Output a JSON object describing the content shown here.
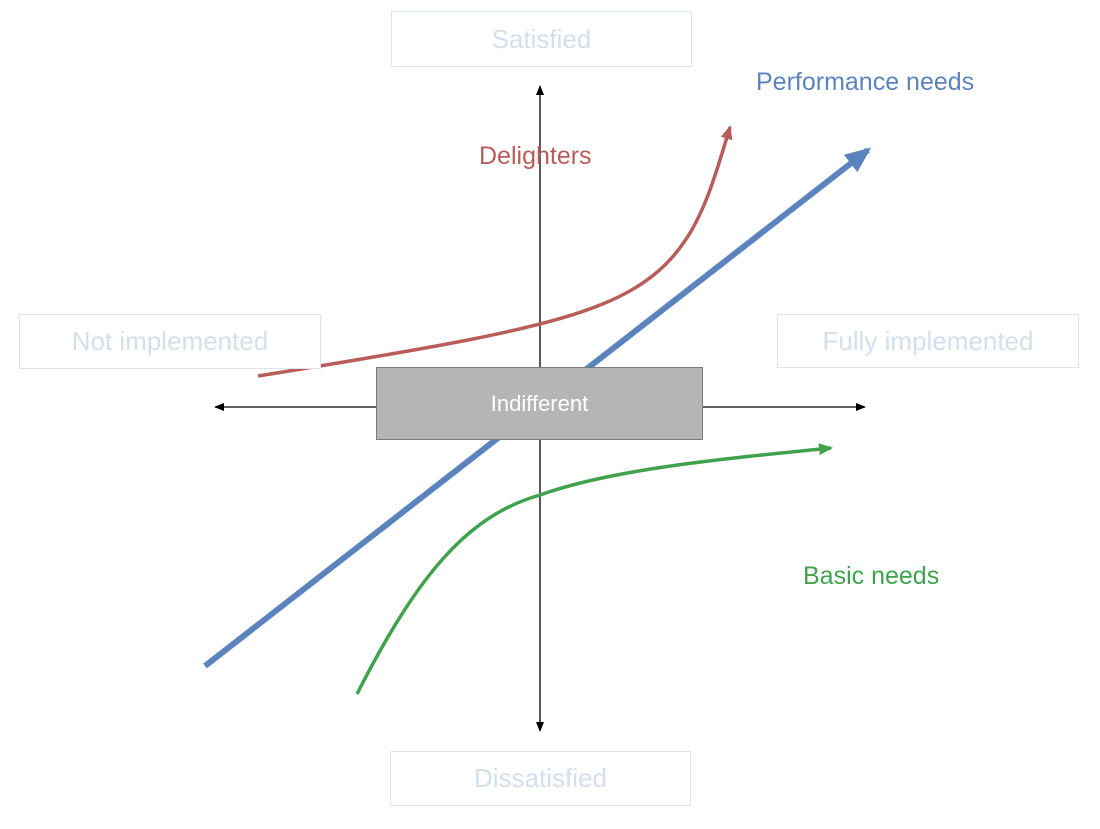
{
  "diagram": {
    "axis_labels": {
      "top": "Satisfied",
      "bottom": "Dissatisfied",
      "left": "Not implemented",
      "right": "Fully implemented"
    },
    "curves": {
      "performance": {
        "label": "Performance needs",
        "color": "#5b84bf"
      },
      "delighters": {
        "label": "Delighters",
        "color": "#b95d5b"
      },
      "basic": {
        "label": "Basic needs",
        "color": "#3fa34d"
      }
    },
    "center": {
      "label": "Indifferent",
      "fill": "#b5b5b5"
    },
    "colors": {
      "axis": "#000000",
      "box_border": "#dde5ef",
      "box_text": "#d5dfeb"
    }
  }
}
